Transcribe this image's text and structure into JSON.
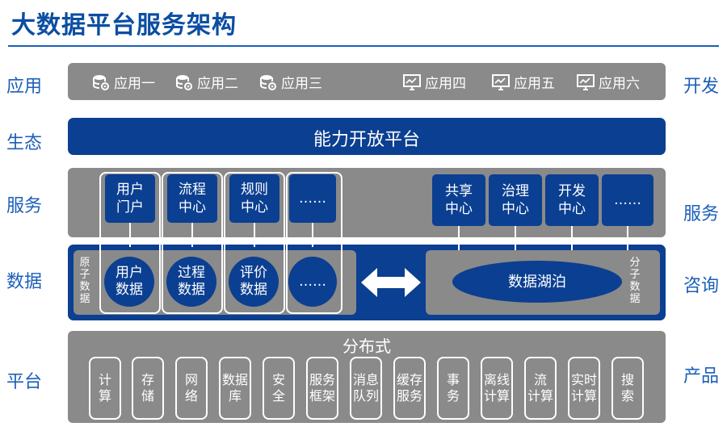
{
  "title": "大数据平台服务架构",
  "left_labels": [
    "应用",
    "生态",
    "服务",
    "数据",
    "平台"
  ],
  "right_labels": [
    "开发",
    "服务",
    "咨询",
    "产品"
  ],
  "apps": [
    {
      "label": "应用一",
      "icon": "database-gear-icon"
    },
    {
      "label": "应用二",
      "icon": "database-gear-icon"
    },
    {
      "label": "应用三",
      "icon": "database-gear-icon"
    },
    {
      "label": "应用四",
      "icon": "monitor-chart-icon"
    },
    {
      "label": "应用五",
      "icon": "monitor-chart-icon"
    },
    {
      "label": "应用六",
      "icon": "monitor-chart-icon"
    }
  ],
  "open_platform": "能力开放平台",
  "service_left": [
    {
      "l1": "用户",
      "l2": "门户"
    },
    {
      "l1": "流程",
      "l2": "中心"
    },
    {
      "l1": "规则",
      "l2": "中心"
    },
    {
      "l1": "……",
      "l2": ""
    }
  ],
  "service_right": [
    {
      "l1": "共享",
      "l2": "中心"
    },
    {
      "l1": "治理",
      "l2": "中心"
    },
    {
      "l1": "开发",
      "l2": "中心"
    },
    {
      "l1": "……",
      "l2": ""
    }
  ],
  "data_left_vertical": "原子数据",
  "data_circles": [
    {
      "l1": "用户",
      "l2": "数据"
    },
    {
      "l1": "过程",
      "l2": "数据"
    },
    {
      "l1": "评价",
      "l2": "数据"
    },
    {
      "l1": "……",
      "l2": ""
    }
  ],
  "data_lake": "数据湖泊",
  "data_right_vertical": "分子数据",
  "distributed": "分布式",
  "platform_items": [
    {
      "l1": "计",
      "l2": "算"
    },
    {
      "l1": "存",
      "l2": "储"
    },
    {
      "l1": "网",
      "l2": "络"
    },
    {
      "l1": "数据",
      "l2": "库"
    },
    {
      "l1": "安",
      "l2": "全"
    },
    {
      "l1": "服务",
      "l2": "框架"
    },
    {
      "l1": "消息",
      "l2": "队列"
    },
    {
      "l1": "缓存",
      "l2": "服务"
    },
    {
      "l1": "事",
      "l2": "务"
    },
    {
      "l1": "离线",
      "l2": "计算"
    },
    {
      "l1": "流",
      "l2": "计算"
    },
    {
      "l1": "实时",
      "l2": "计算"
    },
    {
      "l1": "搜",
      "l2": "索"
    }
  ],
  "colors": {
    "primary_blue": "#0b3f91",
    "gray": "#8a8a8a",
    "label_blue": "#1b5fb8"
  }
}
